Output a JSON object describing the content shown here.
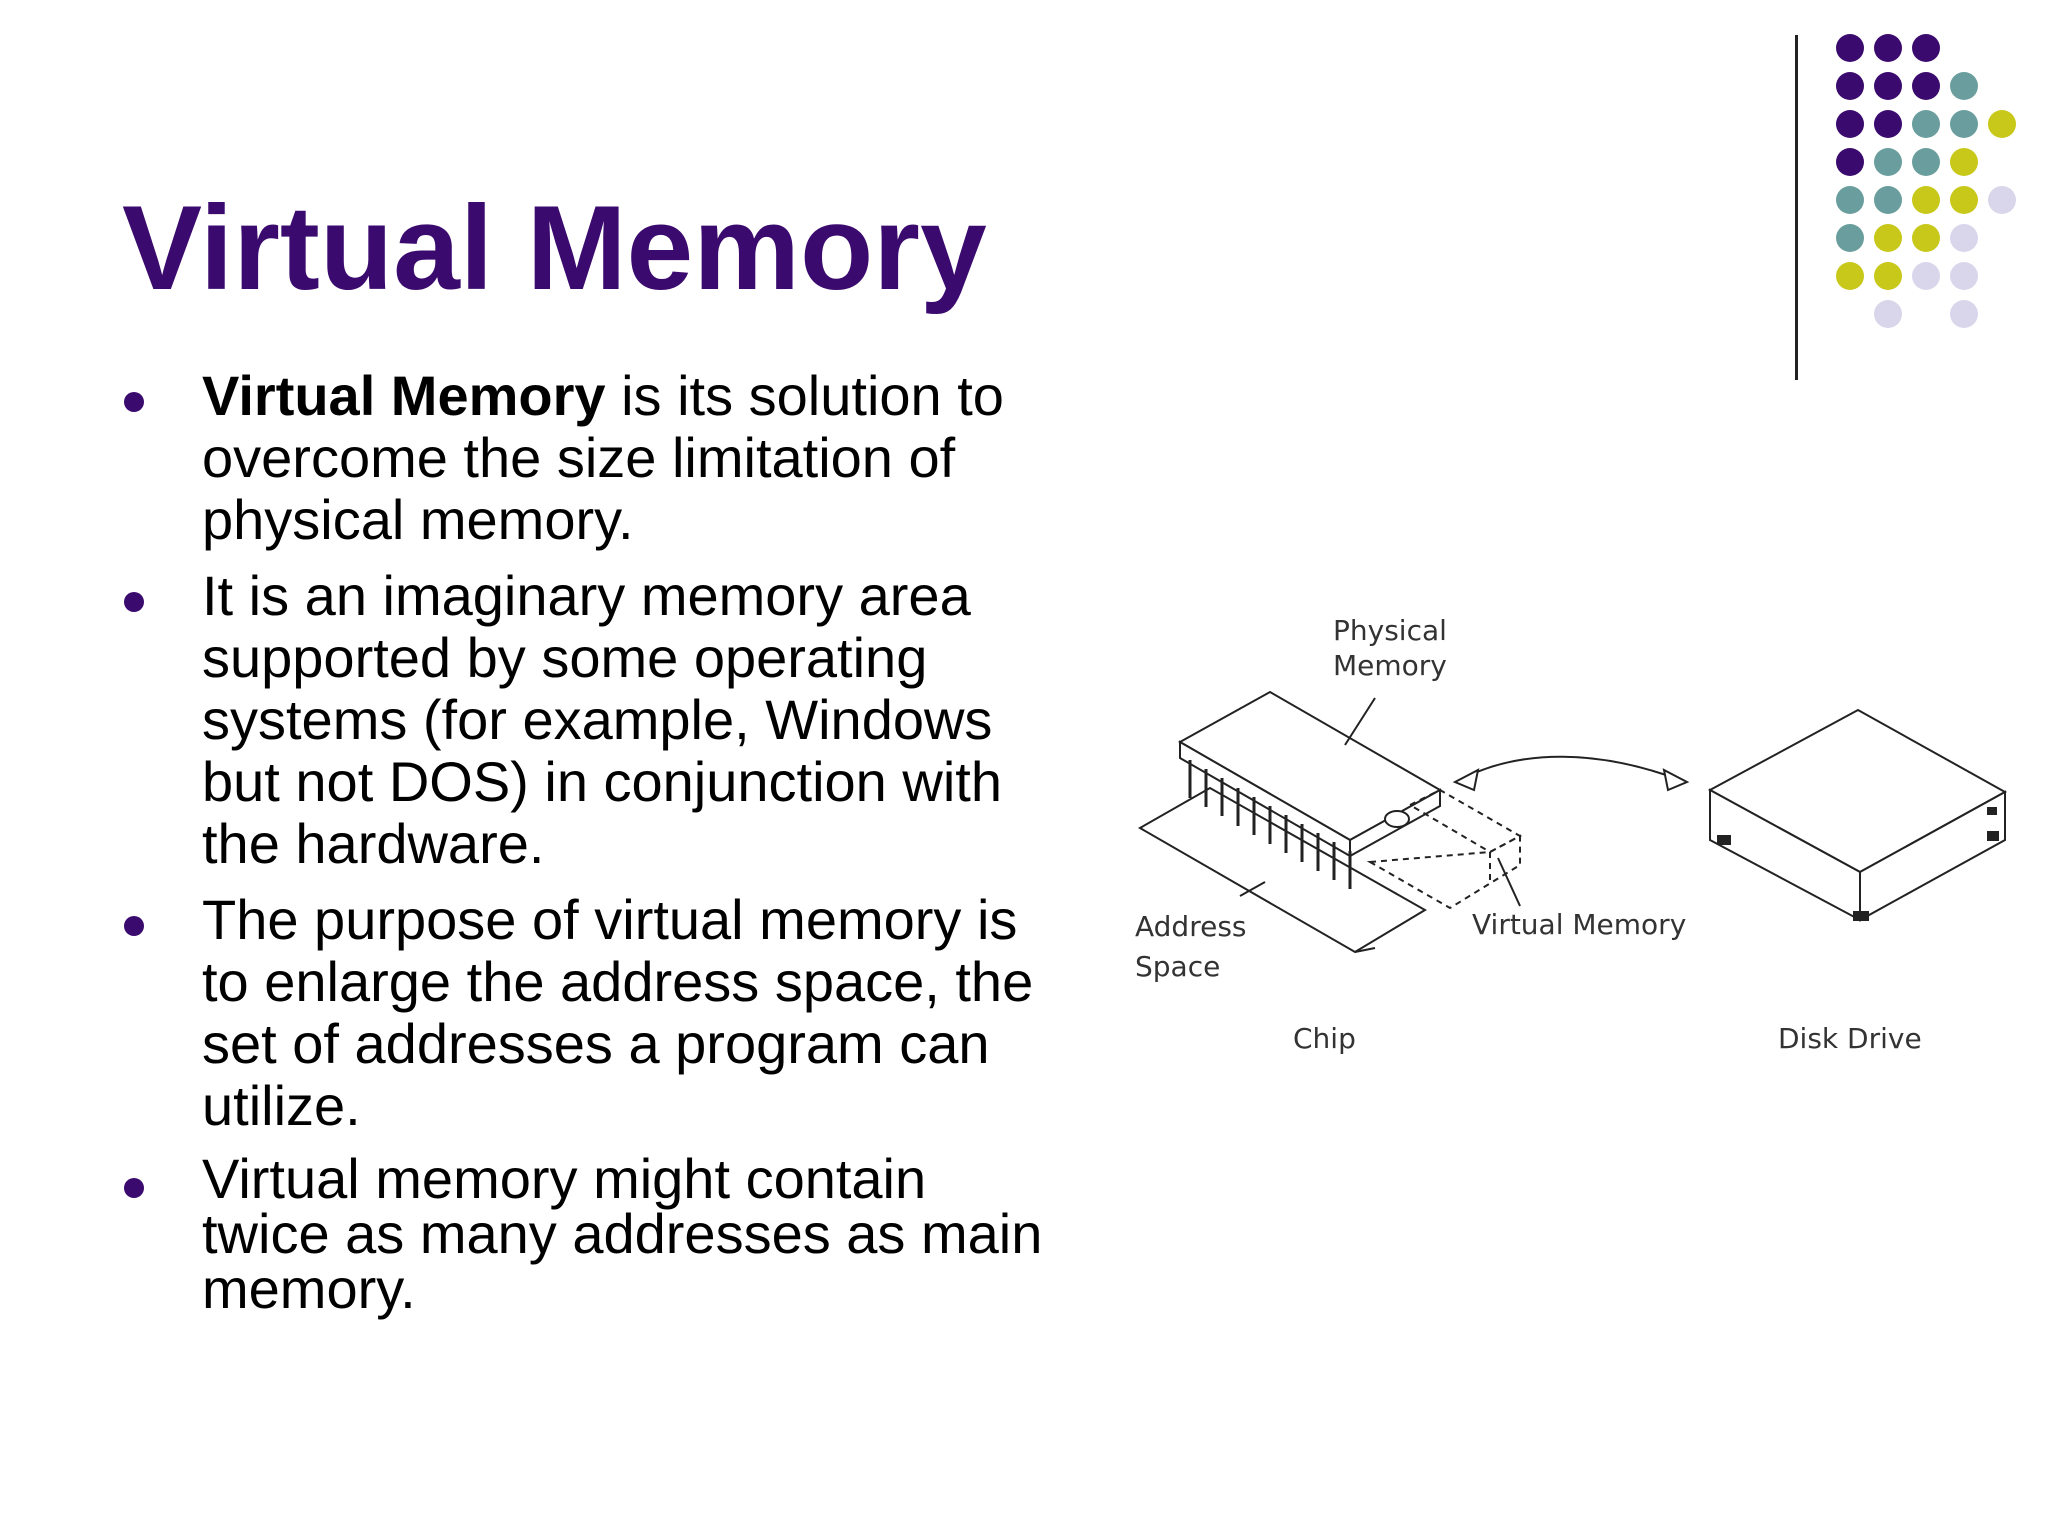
{
  "slide": {
    "title": "Virtual Memory",
    "bullets": [
      {
        "bold": "Virtual Memory",
        "text": " is its solution to overcome the size limitation of physical memory."
      },
      {
        "text": "It is an imaginary memory area supported by some operating systems (for example, Windows but not DOS) in conjunction with the hardware."
      },
      {
        "text": "The purpose of virtual memory is to enlarge the address space, the set of addresses a program can utilize."
      },
      {
        "text": "Virtual memory might contain twice as many addresses as main memory."
      }
    ]
  },
  "diagram": {
    "labels": {
      "physical_memory_1": "Physical",
      "physical_memory_2": "Memory",
      "address_space_1": "Address",
      "address_space_2": "Space",
      "virtual_memory": "Virtual Memory",
      "chip": "Chip",
      "disk_drive": "Disk Drive"
    }
  },
  "decoration": {
    "colors": {
      "purple": "#3b0a6e",
      "teal": "#6a9e9e",
      "yellow": "#c8c81a",
      "lavender": "#d9d6ec"
    }
  }
}
